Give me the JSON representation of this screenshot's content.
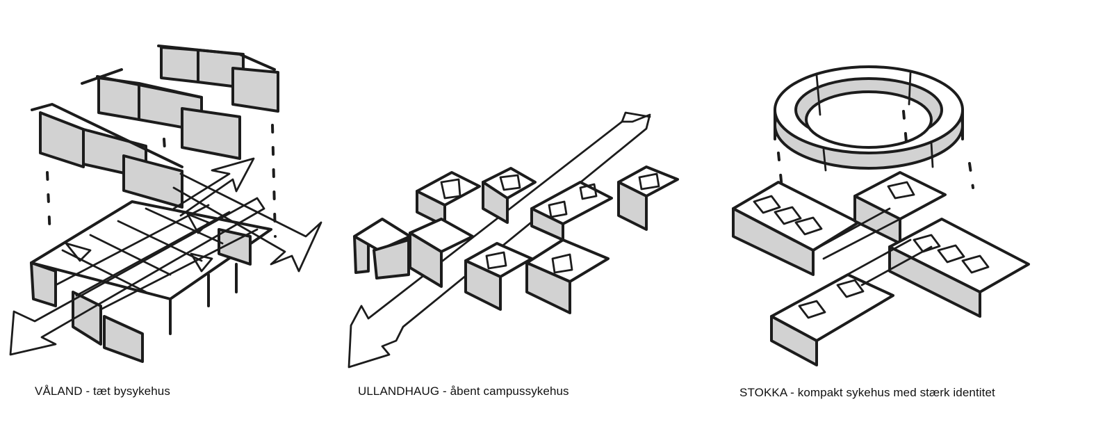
{
  "colors": {
    "background": "#ffffff",
    "ink": "#1c1c1c",
    "shade": "#d2d2d2",
    "caption_text": "#111111"
  },
  "panels": [
    {
      "id": "valand",
      "caption": "VÅLAND - tæt bysykehus",
      "concept": "dense city hospital: stacked rows of bar buildings over a street grid with directional arrows"
    },
    {
      "id": "ullandhaug",
      "caption": "ULLANDHAUG - åbent campussykehus",
      "concept": "open campus hospital: scattered courtyard blocks along a diagonal spine arrow"
    },
    {
      "id": "stokka",
      "caption": "STOKKA - kompakt sykehus med stærk identitet",
      "concept": "compact hospital with strong identity: elliptical ring building above a cross-shaped base"
    }
  ]
}
